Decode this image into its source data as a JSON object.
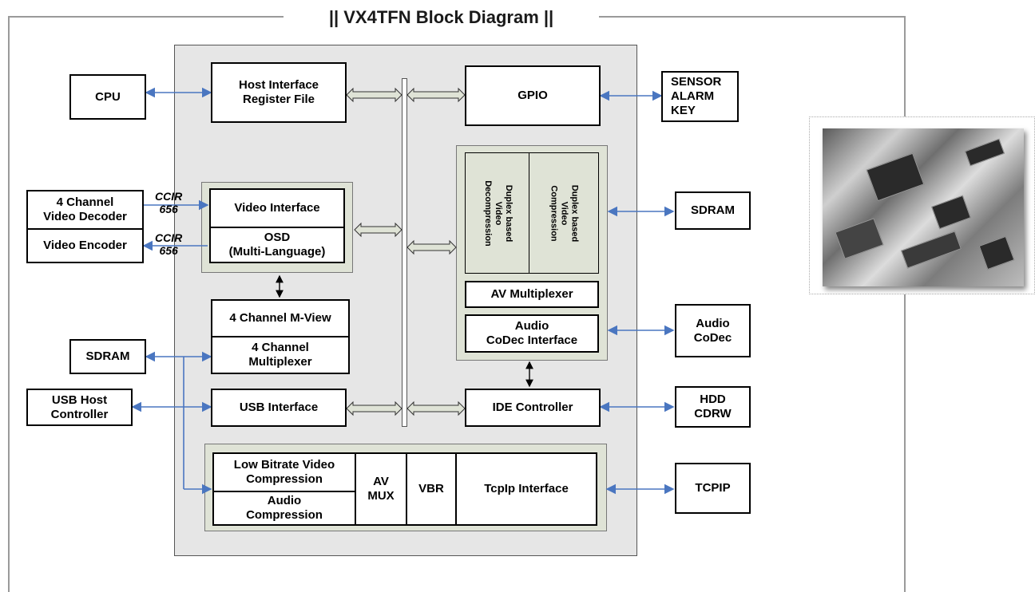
{
  "title": "|| VX4TFN Block Diagram ||",
  "external": {
    "cpu": "CPU",
    "video_decoder": "4  Channel\nVideo Decoder",
    "video_encoder": "Video Encoder",
    "sdram_left": "SDRAM",
    "usb_host": "USB Host\nController",
    "sensor": "SENSOR\nALARM\nKEY",
    "sdram_right": "SDRAM",
    "audio_codec": "Audio\nCoDec",
    "hdd": "HDD\nCDRW",
    "tcpip": "TCPIP"
  },
  "signals": {
    "ccir_in": "CCIR\n656",
    "ccir_out": "CCIR\n656"
  },
  "internal": {
    "host_interface": "Host Interface\nRegister File",
    "gpio": "GPIO",
    "video_interface": "Video Interface",
    "osd": "OSD\n(Multi-Language)",
    "mview": "4 Channel M-View",
    "multiplexer": "4 Channel\nMultiplexer",
    "usb_interface": "USB Interface",
    "decompression": "Duplex based\nVideo Decompression",
    "compression": "Duplex based\nVideo Compression",
    "av_multiplexer": "AV Multiplexer",
    "audio_codec_interface": "Audio\nCoDec Interface",
    "ide_controller": "IDE Controller",
    "low_bitrate": "Low Bitrate Video\nCompression",
    "audio_compression": "Audio\nCompression",
    "av_mux": "AV\nMUX",
    "vbr": "VBR",
    "tcpip_interface": "TcpIp Interface"
  },
  "colors": {
    "arrow": "#4a76c0",
    "panel": "#e6e6e6",
    "subpanel": "#dfe3d6",
    "frame": "#9a9a9a"
  },
  "icons": [
    "circuit-board-photo"
  ]
}
